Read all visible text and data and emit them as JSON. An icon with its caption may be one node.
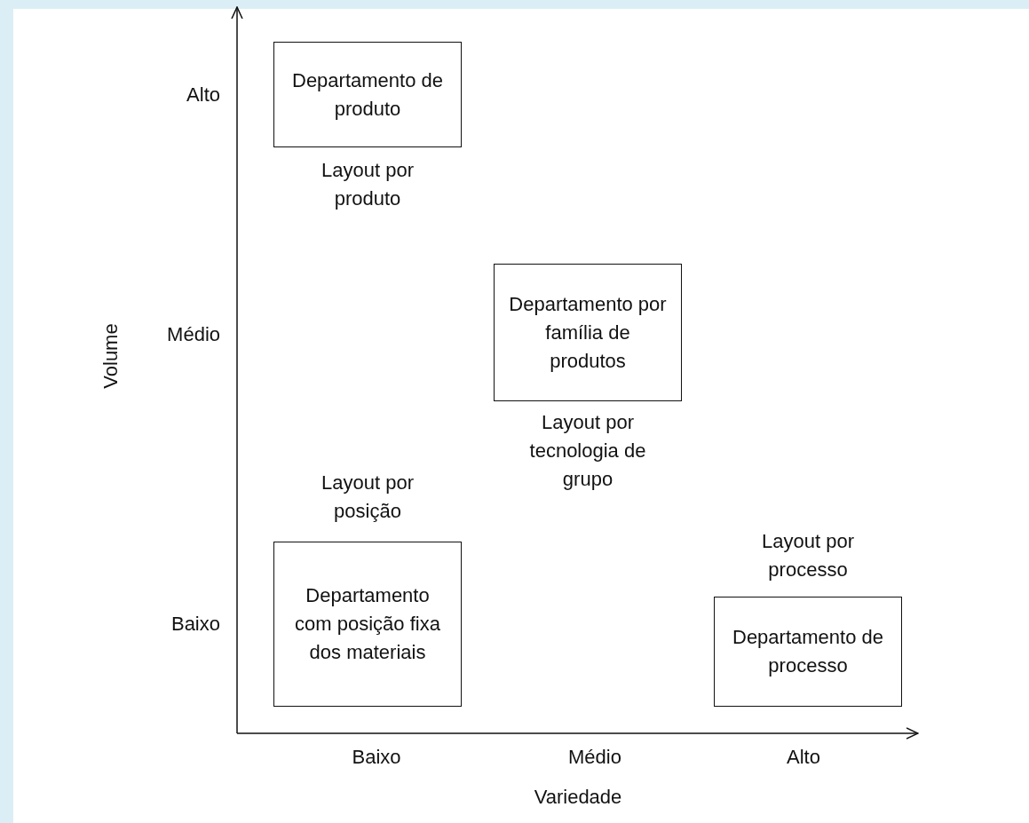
{
  "diagram": {
    "nodes": [
      {
        "text": [
          "Departamento de produto"
        ],
        "beside": [
          "Layout por produto"
        ]
      },
      {
        "text": [
          "Departamento por família de produtos"
        ],
        "beside": [
          "Layout por tecnologia de grupo"
        ]
      },
      {
        "text": [
          "Departamento com posição fixa dos materiais"
        ],
        "beside": [
          "Layout por posição"
        ]
      },
      {
        "text": [
          "Departamento de processo"
        ],
        "beside": [
          "Layout por processo"
        ]
      }
    ],
    "edges": [],
    "labels": [
      "Alto",
      "Médio",
      "Volume",
      "Baixo",
      "Baixo",
      "Médio",
      "Alto",
      "Variedade"
    ]
  }
}
